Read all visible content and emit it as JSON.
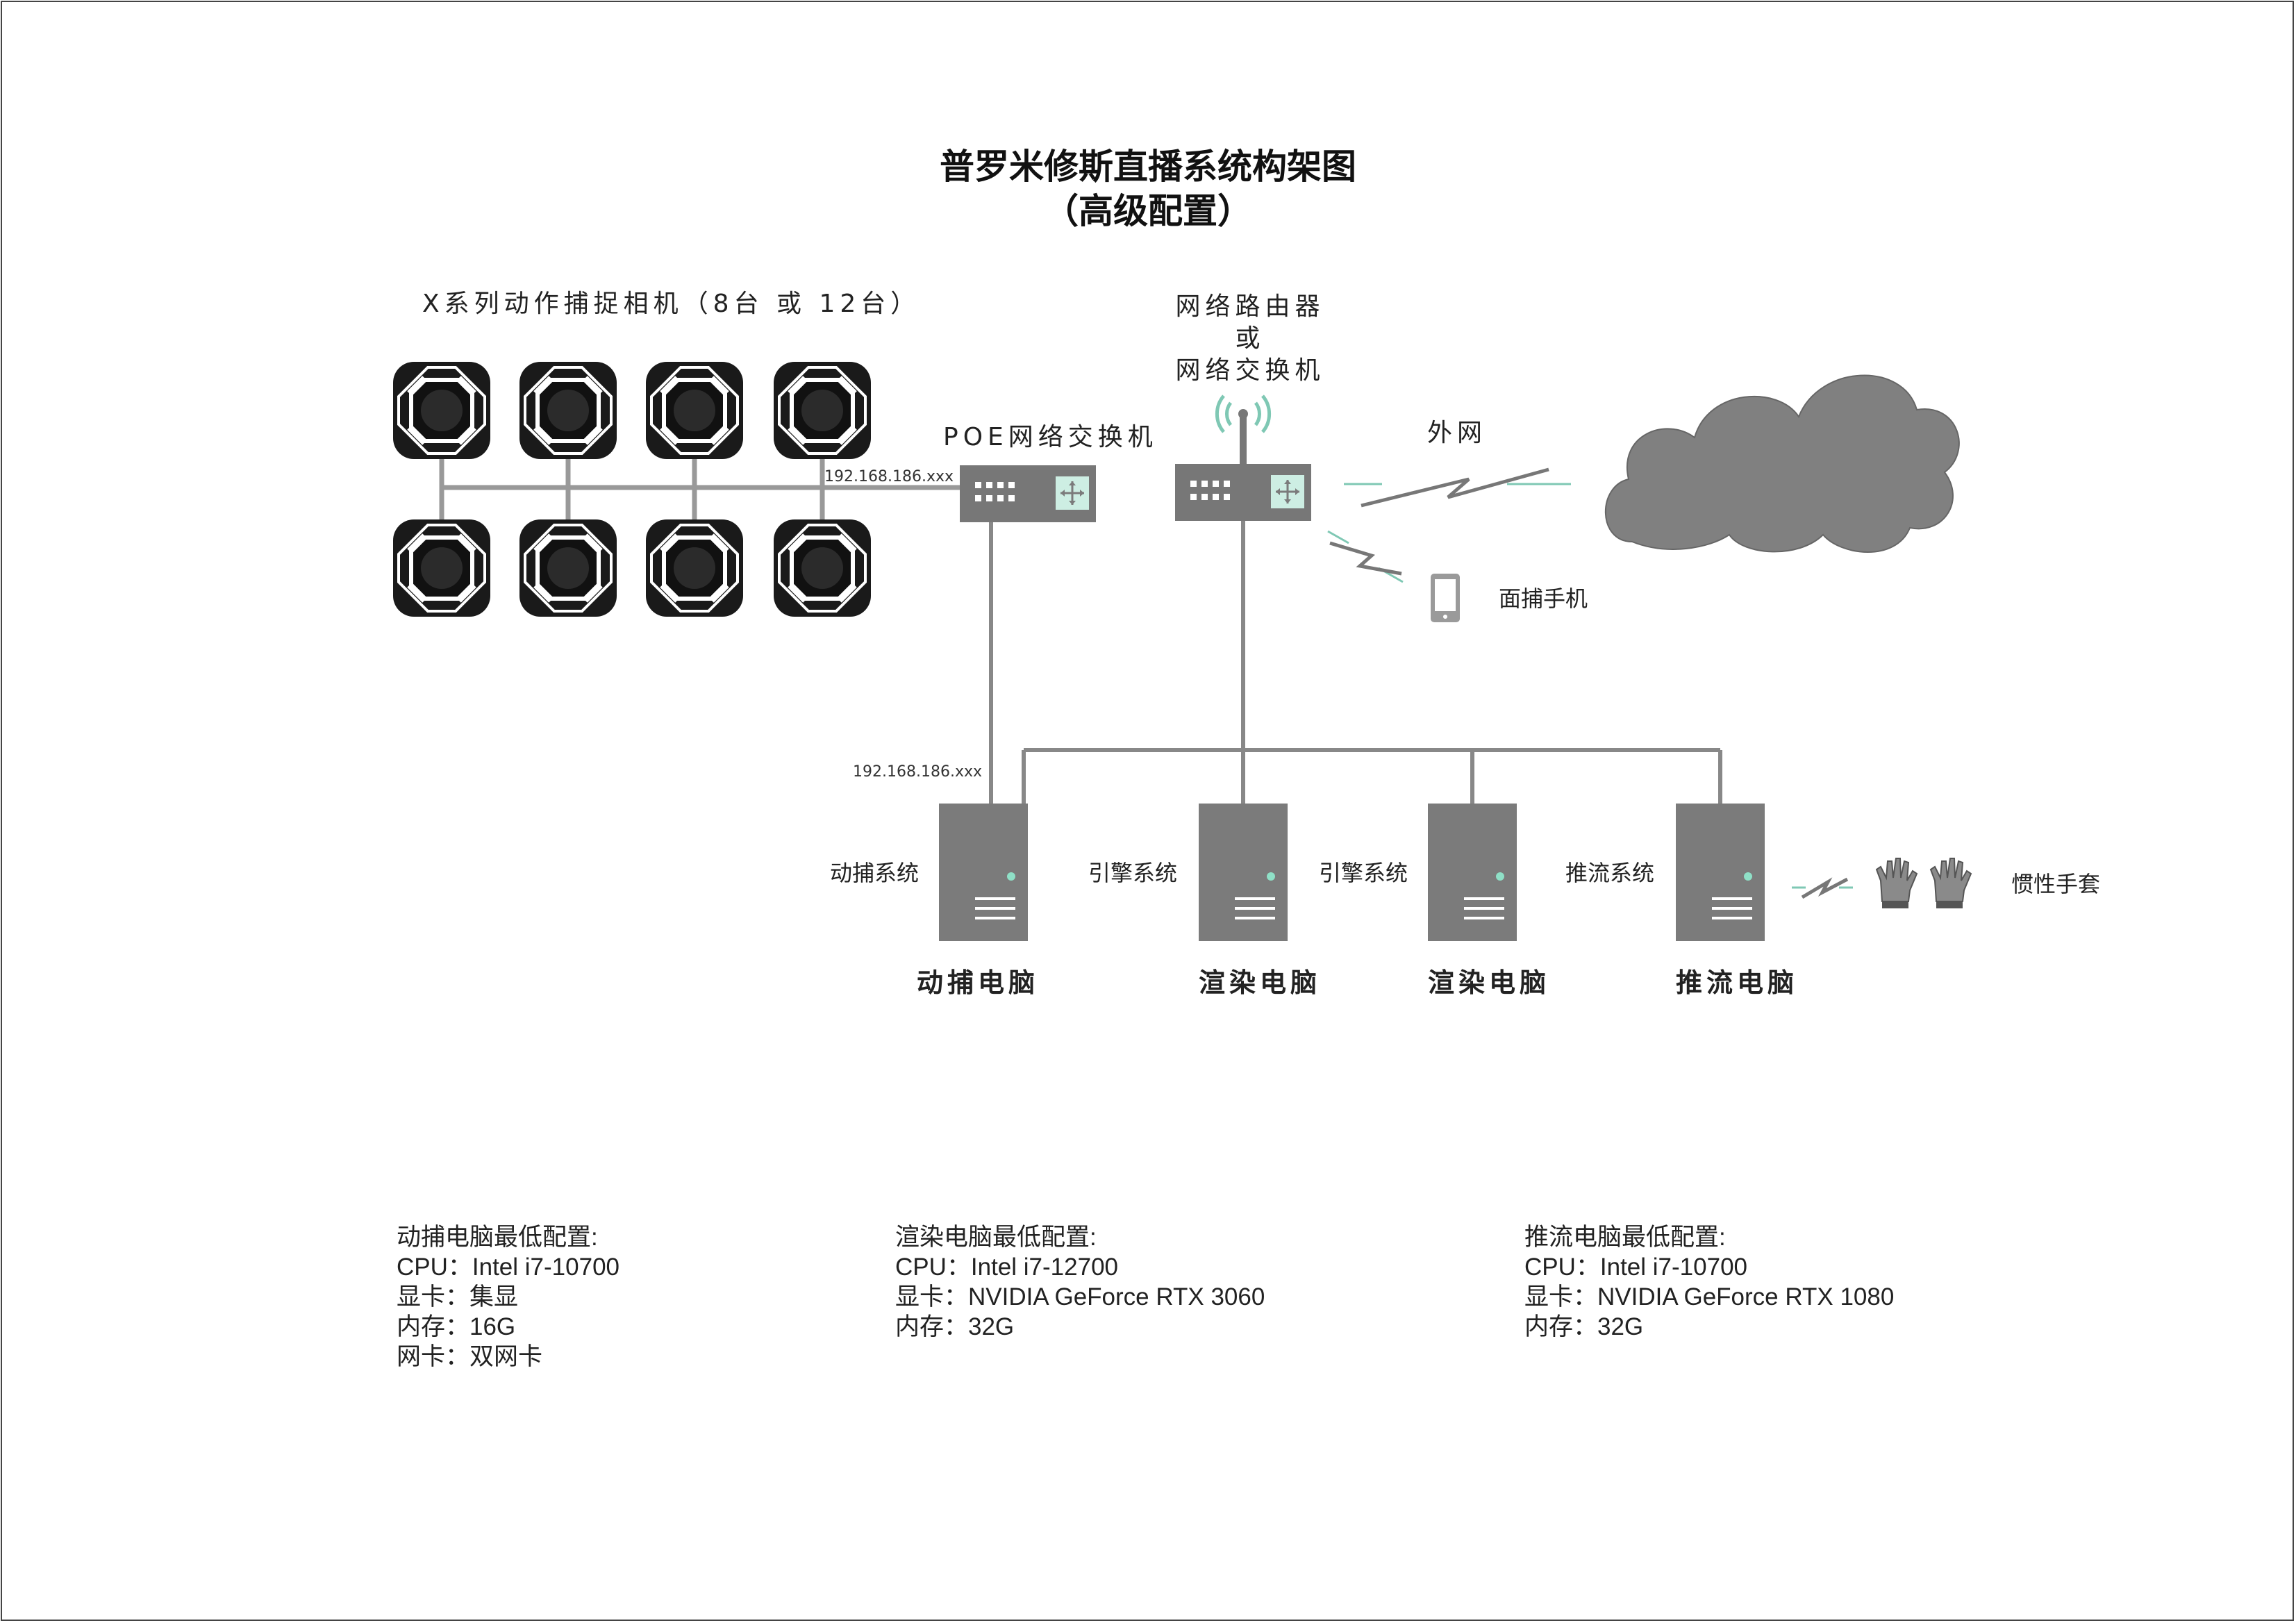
{
  "title": {
    "line1": "普罗米修斯直播系统构架图",
    "line2": "（高级配置）"
  },
  "cameras": {
    "label": "X系列动作捕捉相机（8台 或 12台）",
    "count": 8,
    "icon": "camera-icon"
  },
  "poe_switch": {
    "label": "POE网络交换机",
    "ip_top": "192.168.186.xxx",
    "ip_bottom": "192.168.186.xxx",
    "icon": "switch-icon"
  },
  "router": {
    "label_line1": "网络路由器",
    "label_line2": "或",
    "label_line3": "网络交换机",
    "icon": "router-icon"
  },
  "internet": {
    "label": "外网",
    "icon": "cloud-icon"
  },
  "phone": {
    "label": "面捕手机",
    "icon": "phone-icon"
  },
  "computers": [
    {
      "role": "动捕系统",
      "name": "动捕电脑",
      "icon": "server-icon"
    },
    {
      "role": "引擎系统",
      "name": "渲染电脑",
      "icon": "server-icon"
    },
    {
      "role": "引擎系统",
      "name": "渲染电脑",
      "icon": "server-icon"
    },
    {
      "role": "推流系统",
      "name": "推流电脑",
      "icon": "server-icon"
    }
  ],
  "gloves": {
    "label": "惯性手套",
    "icon": "glove-icon"
  },
  "specs": [
    {
      "heading": "动捕电脑最低配置:",
      "lines": [
        "CPU：Intel i7-10700",
        "显卡：集显",
        "内存：16G",
        "网卡：双网卡"
      ]
    },
    {
      "heading": "渲染电脑最低配置:",
      "lines": [
        "CPU：Intel i7-12700",
        "显卡：NVIDIA GeForce RTX 3060",
        "内存：32G"
      ]
    },
    {
      "heading": "推流电脑最低配置:",
      "lines": [
        "CPU：Intel i7-10700",
        "显卡：NVIDIA GeForce RTX 1080",
        "内存：32G"
      ]
    }
  ],
  "colors": {
    "device_gray": "#7b7b7b",
    "line_gray": "#888888",
    "cloud_gray": "#808080",
    "accent_teal": "#7fc8b4",
    "camera_black": "#1a1a1a"
  }
}
